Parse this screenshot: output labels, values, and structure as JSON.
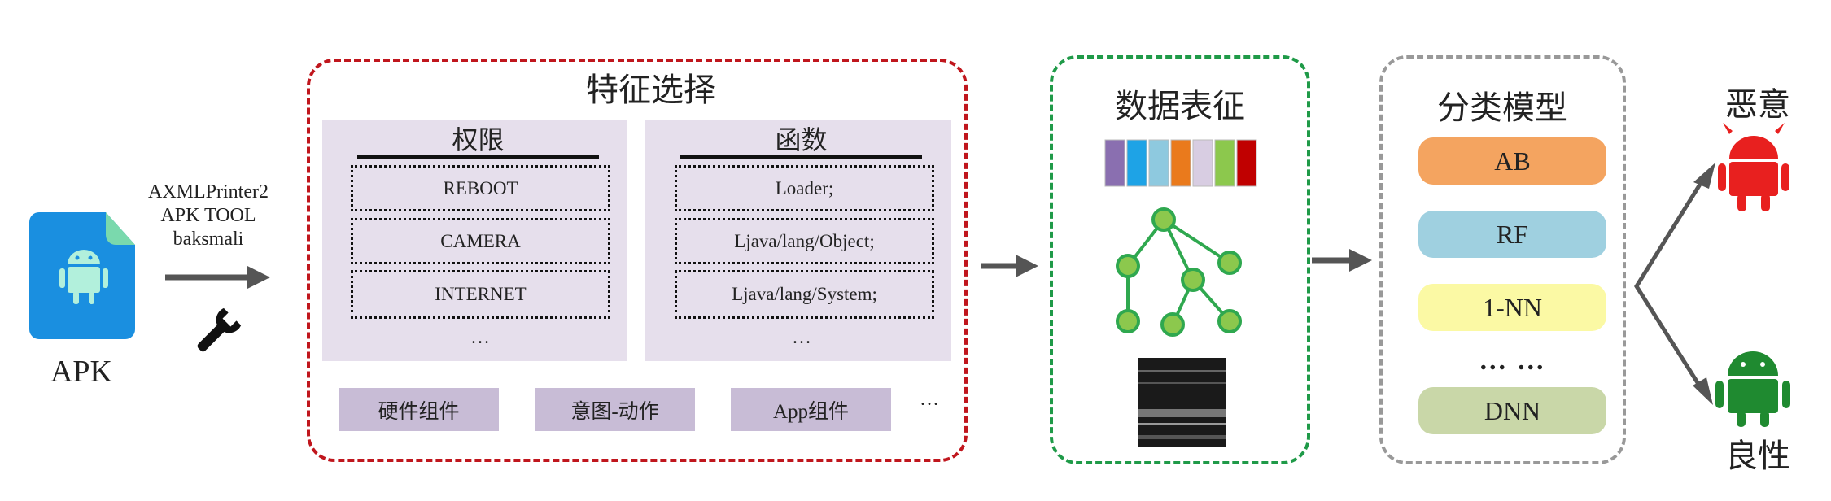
{
  "apk": {
    "label": "APK",
    "tools": [
      "AXMLPrinter2",
      "APK TOOL",
      "baksmali"
    ]
  },
  "feature_selection": {
    "title": "特征选择",
    "permissions": {
      "heading": "权限",
      "items": [
        "REBOOT",
        "CAMERA",
        "INTERNET"
      ],
      "more": "…"
    },
    "functions": {
      "heading": "函数",
      "items": [
        "Loader;",
        "Ljava/lang/Object;",
        "Ljava/lang/System;"
      ],
      "more": "…"
    },
    "tags": [
      "硬件组件",
      "意图-动作",
      "App组件"
    ],
    "tags_more": "…",
    "color": "#c0161d"
  },
  "data_representation": {
    "title": "数据表征",
    "color": "#1f9a48",
    "bar_colors": [
      "#8a6fb0",
      "#1ea3e6",
      "#8ec9df",
      "#ea7a1c",
      "#d8cde2",
      "#8cc84d",
      "#c00000"
    ],
    "node_color": "#8cc84d"
  },
  "classification": {
    "title": "分类模型",
    "models": [
      {
        "label": "AB",
        "color": "#f4a460"
      },
      {
        "label": "RF",
        "color": "#9fd0e0"
      },
      {
        "label": "1-NN",
        "color": "#fbf9a4"
      },
      {
        "label": "DNN",
        "color": "#c9d7a8"
      }
    ],
    "dots": "… …",
    "color": "#999999"
  },
  "outputs": {
    "malicious": {
      "label": "恶意",
      "color": "#e8201f"
    },
    "benign": {
      "label": "良性",
      "color": "#1f8a30"
    }
  }
}
